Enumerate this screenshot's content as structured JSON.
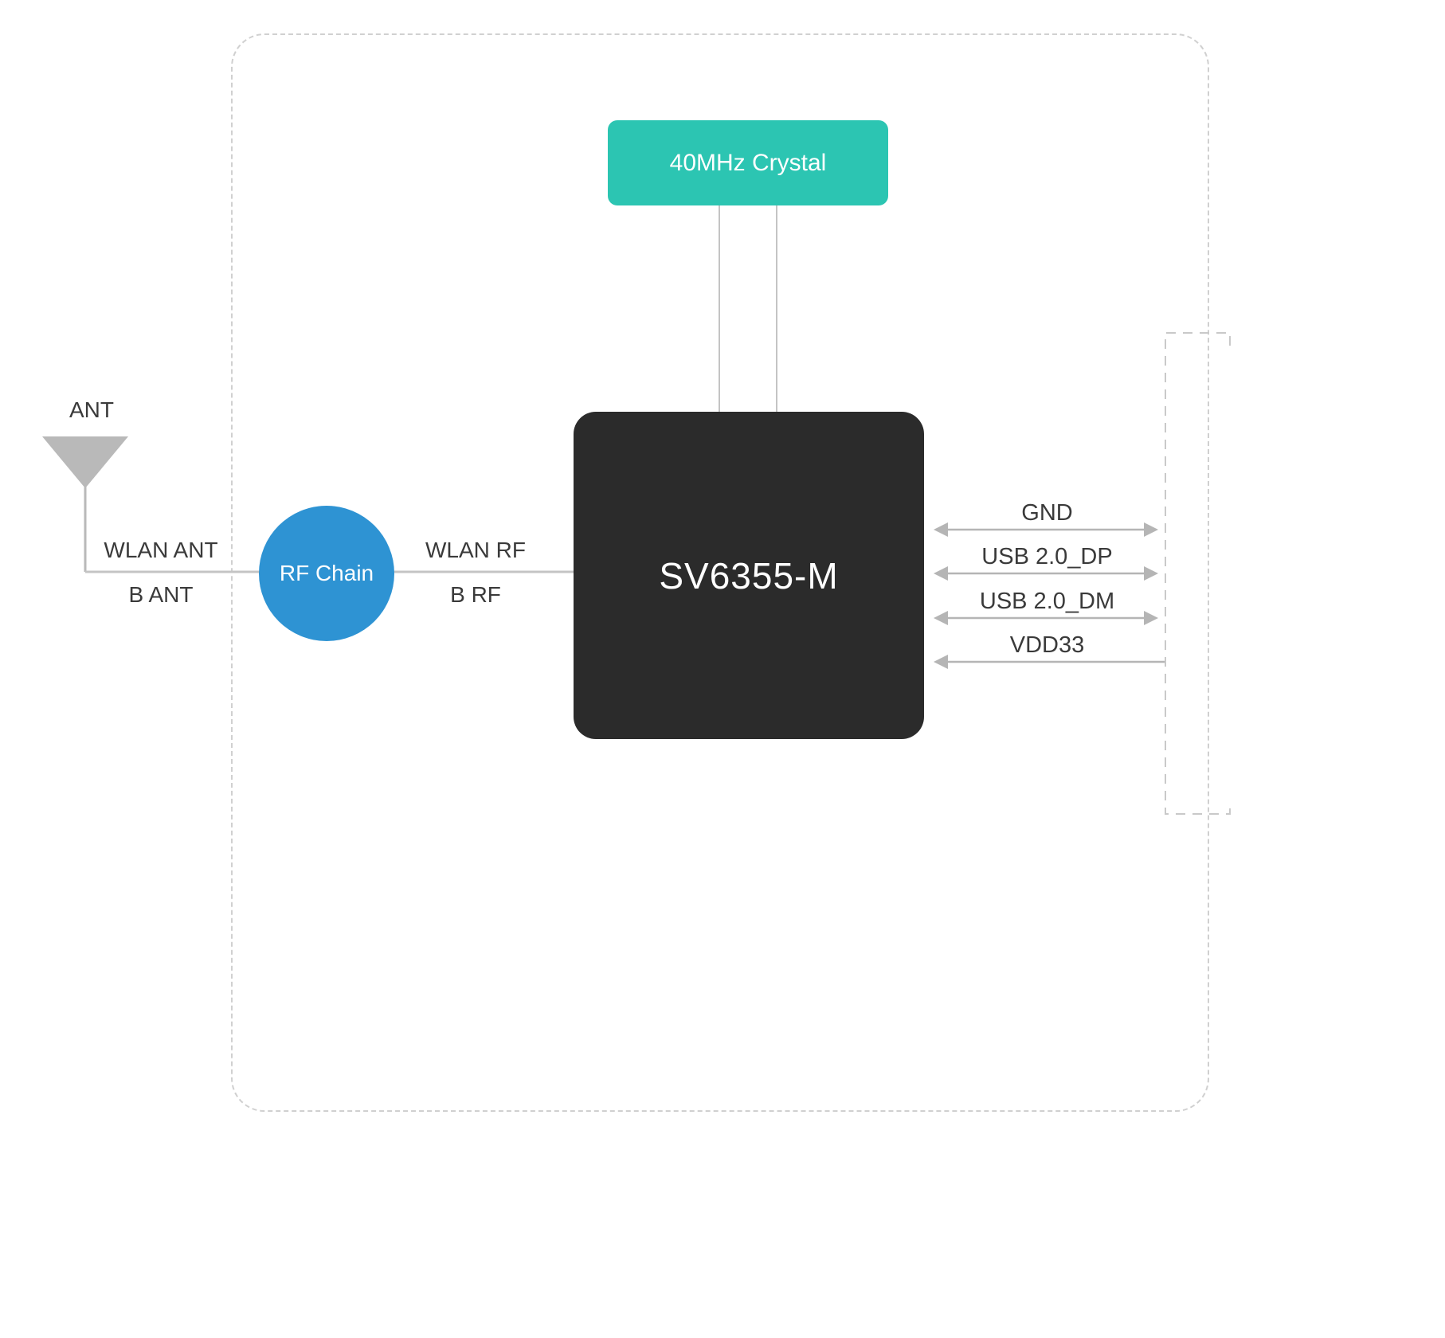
{
  "diagram": {
    "crystal": {
      "label": "40MHz Crystal"
    },
    "chip": {
      "label": "SV6355-M"
    },
    "rf_chain": {
      "label": "RF Chain"
    },
    "antenna": {
      "label": "ANT"
    },
    "ant_link": {
      "top_label": "WLAN ANT",
      "bottom_label": "B ANT"
    },
    "rf_link": {
      "top_label": "WLAN RF",
      "bottom_label": "B RF"
    },
    "right_signals": [
      {
        "label": "GND",
        "direction": "both"
      },
      {
        "label": "USB 2.0_DP",
        "direction": "both"
      },
      {
        "label": "USB 2.0_DM",
        "direction": "both"
      },
      {
        "label": "VDD33",
        "direction": "left"
      }
    ],
    "colors": {
      "crystal_fill": "#2cc5b2",
      "chip_fill": "#2b2b2b",
      "rf_chain_fill": "#2e93d3",
      "wire": "#c4c4c4",
      "arrow": "#b5b5b5",
      "antenna_fill": "#b9b9b9",
      "dashed_border": "#d0d0d0",
      "text": "#3a3a3a"
    }
  }
}
